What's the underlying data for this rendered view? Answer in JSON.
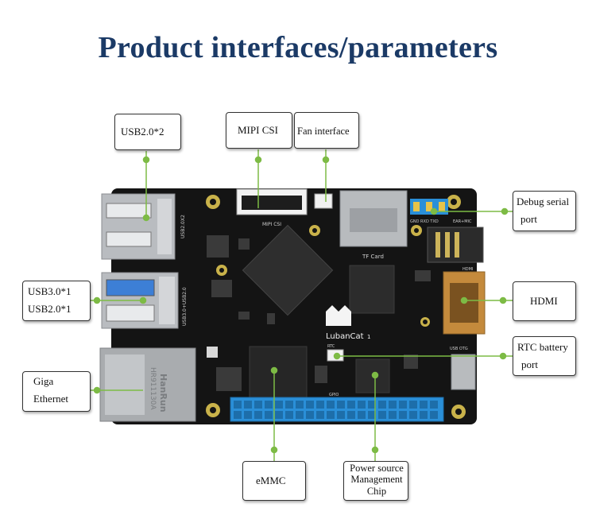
{
  "title": "Product interfaces/parameters",
  "labels": {
    "usb20x2": "USB2.0*2",
    "mipi_csi": "MIPI CSI",
    "fan_interface": "Fan interface",
    "debug_serial_line1": "Debug serial",
    "debug_serial_line2": "port",
    "usb30_line1": "USB3.0*1",
    "usb30_line2": "USB2.0*1",
    "hdmi": "HDMI",
    "giga_line1": "Giga",
    "giga_line2": "Ethernet",
    "rtc_line1": "RTC battery",
    "rtc_line2": "port",
    "emmc": "eMMC",
    "power_line1": "Power source",
    "power_line2": "Management",
    "power_line3": "Chip"
  },
  "silkscreen": {
    "brand": "LubanCat",
    "model": "1",
    "tf_card": "TF Card",
    "mipi": "MIPI CSI",
    "usb_otg": "USB OTG",
    "rtc": "RTC",
    "hdmi": "HDMI",
    "ear_mic": "EAR+MIC",
    "gnd_rxd_txd": "GND RXD TXD",
    "gpio": "GPIO",
    "eth_brand": "HanRun",
    "eth_model": "HR911130A",
    "usb2": "USB2.0X2",
    "usb3": "USB3.0+USB2.0"
  },
  "colors": {
    "title": "#1b3a66",
    "connector_line": "#7dbb45",
    "board": "#141414",
    "header_pins": "#2a8fd8"
  }
}
